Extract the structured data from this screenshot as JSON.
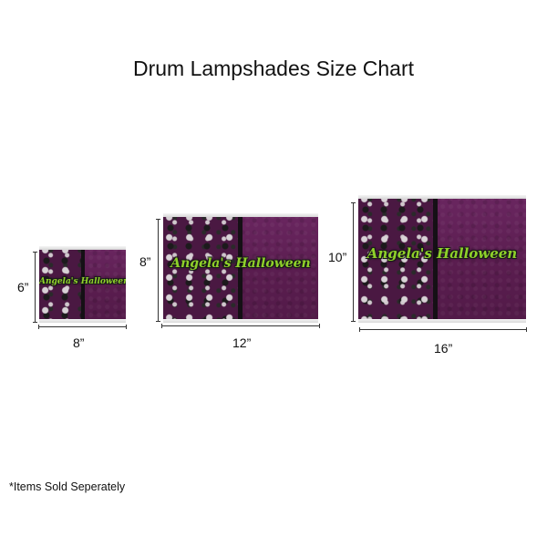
{
  "title": "Drum Lampshades Size Chart",
  "footnote": "*Items Sold Seperately",
  "shades": [
    {
      "brand_text": "Angela's Halloween",
      "width_label": "8”",
      "height_label": "6”"
    },
    {
      "brand_text": "Angela's Halloween",
      "width_label": "12”",
      "height_label": "8”"
    },
    {
      "brand_text": "Angela's Halloween",
      "width_label": "16”",
      "height_label": "10”"
    }
  ]
}
